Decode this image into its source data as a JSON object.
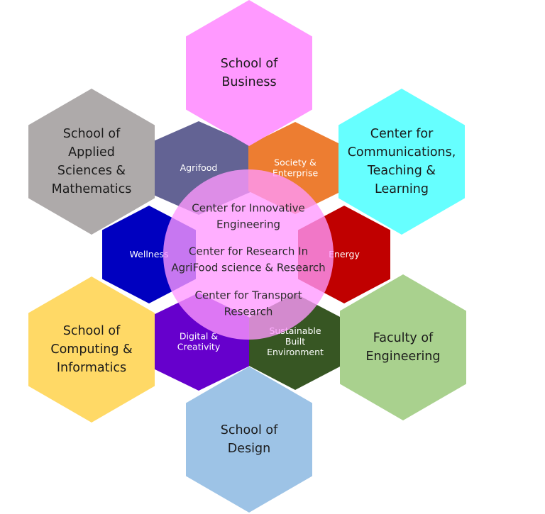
{
  "inner_hexes": [
    {
      "id": "agrifood",
      "lines": [
        "Agrifood"
      ],
      "color": "#636394"
    },
    {
      "id": "society",
      "lines": [
        "Society &",
        "Enterprise"
      ],
      "color": "#ED7D31"
    },
    {
      "id": "wellness",
      "lines": [
        "Wellness"
      ],
      "color": "#0000C0"
    },
    {
      "id": "energy",
      "lines": [
        "Energy"
      ],
      "color": "#C00000"
    },
    {
      "id": "digital",
      "lines": [
        "Digital &",
        "Creativity"
      ],
      "color": "#6600CC"
    },
    {
      "id": "sustainable",
      "lines": [
        "Sustainable",
        "Built",
        "Environment"
      ],
      "color": "#375623"
    }
  ],
  "outer_hexes": [
    {
      "id": "business",
      "lines": [
        "School of",
        "Business"
      ],
      "color": "#FF99FF"
    },
    {
      "id": "applied-sciences",
      "lines": [
        "School of",
        "Applied",
        "Sciences &",
        "Mathematics"
      ],
      "color": "#AEAAAA"
    },
    {
      "id": "communications",
      "lines": [
        "Center for",
        "Communications,",
        "Teaching &",
        "Learning"
      ],
      "color": "#66FFFF"
    },
    {
      "id": "computing",
      "lines": [
        "School of",
        "Computing &",
        "Informatics"
      ],
      "color": "#FFD966"
    },
    {
      "id": "engineering",
      "lines": [
        "Faculty of",
        "Engineering"
      ],
      "color": "#A9D18E"
    },
    {
      "id": "design",
      "lines": [
        "School of",
        "Design"
      ],
      "color": "#9DC3E6"
    }
  ],
  "center": {
    "color": "#FF99FF",
    "items": [
      {
        "lines": [
          "Center for Innovative",
          "Engineering"
        ]
      },
      {
        "lines": [
          "Center for Research In",
          "AgriFood science & Research"
        ]
      },
      {
        "lines": [
          "Center for Transport",
          "Research"
        ]
      }
    ]
  }
}
